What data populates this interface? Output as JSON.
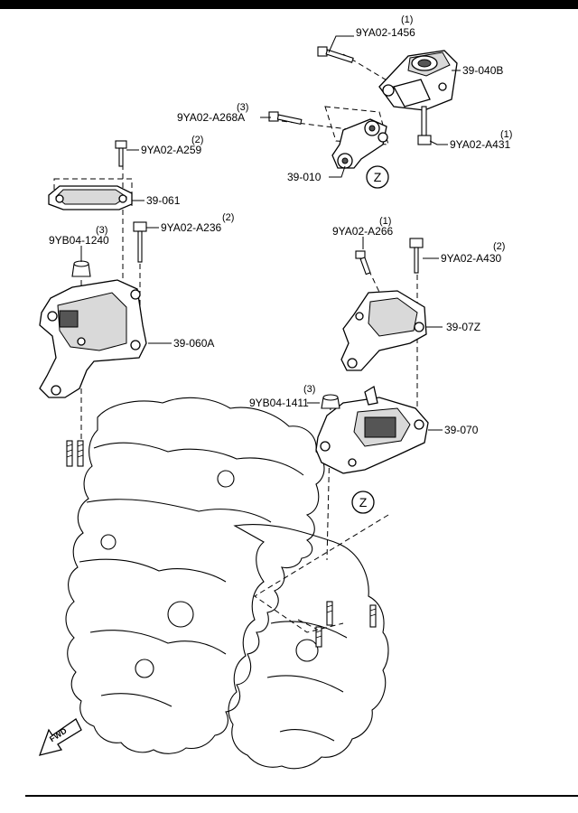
{
  "labels": {
    "bolt_1456": {
      "code": "9YA02-1456",
      "qty": "(1)"
    },
    "mount_040b": {
      "code": "39-040B"
    },
    "bolt_a268a": {
      "code": "9YA02-A268A",
      "qty": "(3)"
    },
    "bolt_a431": {
      "code": "9YA02-A431",
      "qty": "(1)"
    },
    "bracket_010": {
      "code": "39-010"
    },
    "bolt_a259": {
      "code": "9YA02-A259",
      "qty": "(2)"
    },
    "bracket_061": {
      "code": "39-061"
    },
    "nut_1240": {
      "code": "9YB04-1240",
      "qty": "(3)"
    },
    "bolt_a236": {
      "code": "9YA02-A236",
      "qty": "(2)"
    },
    "mount_060a": {
      "code": "39-060A"
    },
    "bolt_a266": {
      "code": "9YA02-A266",
      "qty": "(1)"
    },
    "bolt_a430": {
      "code": "9YA02-A430",
      "qty": "(2)"
    },
    "mount_07z": {
      "code": "39-07Z"
    },
    "nut_1411": {
      "code": "9YB04-1411",
      "qty": "(3)"
    },
    "mount_070": {
      "code": "39-070"
    }
  },
  "callouts": {
    "detail_top": "Z",
    "detail_bottom": "Z"
  },
  "fwd_arrow": "FWD"
}
